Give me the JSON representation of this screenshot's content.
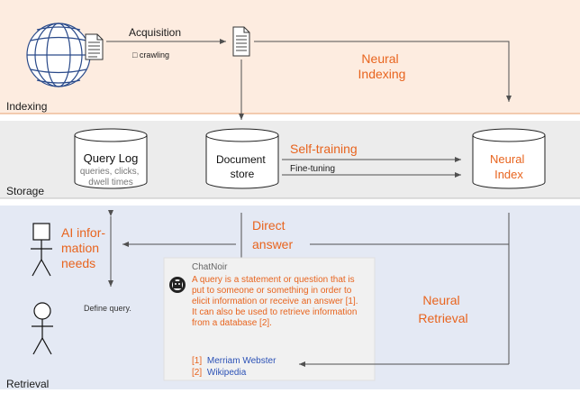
{
  "colors": {
    "indexing_band": "#fdece0",
    "storage_band": "#ececec",
    "retrieval_band": "#e4e9f4",
    "accent": "#e8641e",
    "link": "#2b51b6",
    "line": "#505050"
  },
  "bands": {
    "indexing": "Indexing",
    "storage": "Storage",
    "retrieval": "Retrieval"
  },
  "indexing": {
    "acquisition": "Acquisition",
    "crawling": "□ crawling",
    "neural_indexing": [
      "Neural",
      "Indexing"
    ]
  },
  "storage": {
    "query_log_title": "Query Log",
    "query_log_details": [
      "queries, clicks,",
      "dwell times"
    ],
    "document_store": [
      "Document",
      "store"
    ],
    "self_training": "Self-training",
    "fine_tuning": "Fine-tuning",
    "neural_index": [
      "Neural",
      "Index"
    ]
  },
  "retrieval": {
    "ai_needs": [
      "AI infor-",
      "mation",
      "needs"
    ],
    "direct_answer": [
      "Direct",
      "answer"
    ],
    "define_query": "Define query.",
    "neural_retrieval": [
      "Neural",
      "Retrieval"
    ]
  },
  "chatnoir": {
    "name": "ChatNoir",
    "answer_lines": [
      "A query is a statement or question that is",
      "put to someone or something in order to",
      "elicit information or receive an answer [1].",
      "It can also be used to retrieve information",
      "from a database [2]."
    ],
    "refs": [
      {
        "num": "[1]",
        "label": "Merriam Webster"
      },
      {
        "num": "[2]",
        "label": "Wikipedia"
      }
    ]
  }
}
